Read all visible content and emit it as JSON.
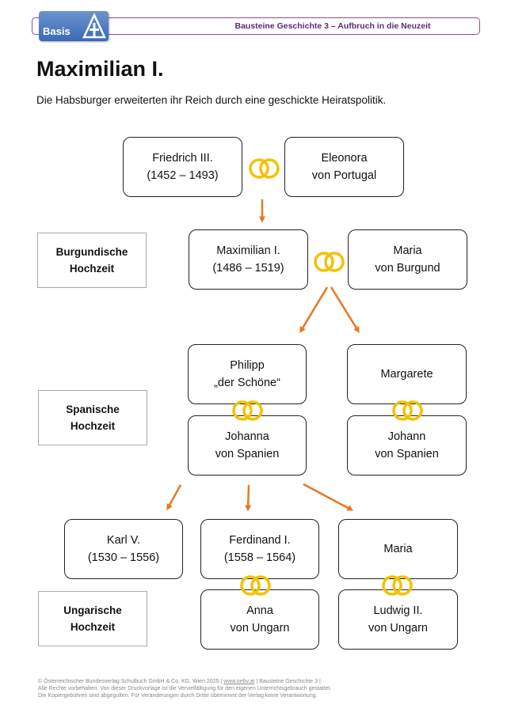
{
  "header": {
    "logo_text": "Basis",
    "series_title": "Bausteine Geschichte 3 – Aufbruch in die Neuzeit"
  },
  "title": "Maximilian I.",
  "subtitle": "Die Habsburger erweiterten ihr Reich durch eine geschickte Heiratspolitik.",
  "labels": {
    "burgundian": [
      "Burgundische",
      "Hochzeit"
    ],
    "spanish": [
      "Spanische",
      "Hochzeit"
    ],
    "hungarian": [
      "Ungarische",
      "Hochzeit"
    ]
  },
  "persons": {
    "friedrich": [
      "Friedrich III.",
      "(1452 – 1493)"
    ],
    "eleonora": [
      "Eleonora",
      "von Portugal"
    ],
    "maximilian": [
      "Maximilian I.",
      "(1486 – 1519)"
    ],
    "maria_burgund": [
      "Maria",
      "von Burgund"
    ],
    "philipp": [
      "Philipp",
      "„der Schöne“"
    ],
    "margarete": [
      "Margarete"
    ],
    "johanna": [
      "Johanna",
      "von Spanien"
    ],
    "johann": [
      "Johann",
      "von Spanien"
    ],
    "karl": [
      "Karl V.",
      "(1530 – 1556)"
    ],
    "ferdinand": [
      "Ferdinand I.",
      "(1558 – 1564)"
    ],
    "maria_hab": [
      "Maria"
    ],
    "anna": [
      "Anna",
      "von Ungarn"
    ],
    "ludwig": [
      "Ludwig II.",
      "von Ungarn"
    ]
  },
  "colors": {
    "rings": "#f2c200",
    "arrows": "#e87722",
    "header_border": "#8e4aa3"
  },
  "footer": {
    "line1_a": "© Österreichischer Bundesverlag Schulbuch GmbH & Co. KG, Wien 2025 | ",
    "line1_link": "www.oebv.at",
    "line1_b": " | Bausteine Geschichte 3 |",
    "line2": "Alle Rechte vorbehalten. Von dieser Druckvorlage ist die Vervielfältigung für den eigenen Unterrichtsgebrauch gestattet.",
    "line3": "Die Kopiergebühren sind abgegolten. Für Veränderungen durch Dritte übernimmt der Verlag keine Verantwortung."
  }
}
